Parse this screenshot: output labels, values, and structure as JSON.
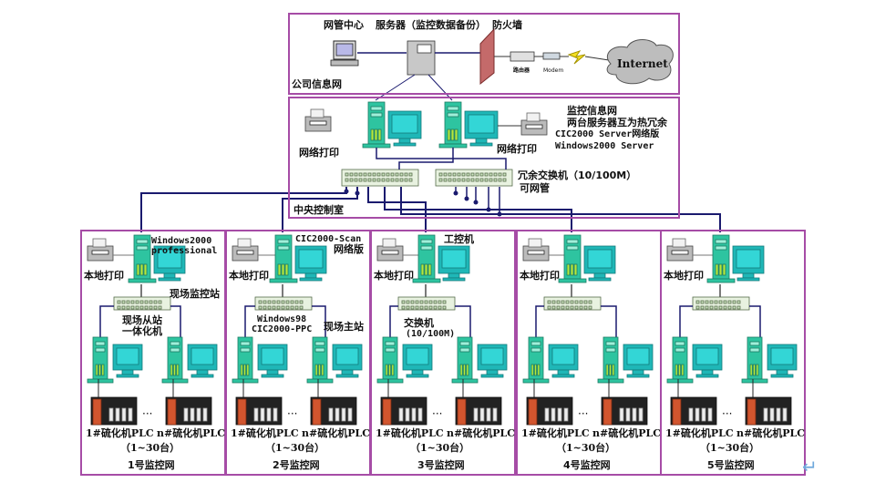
{
  "top_zone": {
    "label_netmgmt": "网管中心",
    "label_server": "服务器（监控数据备份）",
    "label_firewall": "防火墙",
    "label_company_net": "公司信息网",
    "label_router": "路由器",
    "label_modem": "Modem",
    "label_internet": "Internet"
  },
  "central_zone": {
    "info_title": "监控信息网",
    "info_line2": "两台服务器互为热冗余",
    "info_line3": "CIC2000 Server网络版",
    "info_line4": "Windows2000 Server",
    "printer_left": "网络打印",
    "printer_right": "网络打印",
    "switch_label": "冗余交换机（10/100M）",
    "switch_sub": "可网管",
    "room_label": "中央控制室"
  },
  "subnets": [
    {
      "printer": "本地打印",
      "host_label_1": "Windows2000",
      "host_label_2": "professional",
      "switch_label": "现场监控站",
      "switch_sub_1": "现场从站",
      "switch_sub_2": "一体化机",
      "plc_left": "1#硫化机PLC",
      "plc_right": "n#硫化机PLC",
      "count": "（1~30台）",
      "title": "1号监控网"
    },
    {
      "printer": "本地打印",
      "host_label_1": "CIC2000-Scan",
      "host_label_2": "网络版",
      "switch_label": "",
      "switch_sub_1": "Windows98",
      "switch_sub_2": "CIC2000-PPC",
      "switch_side": "现场主站",
      "plc_left": "1#硫化机PLC",
      "plc_right": "n#硫化机PLC",
      "count": "（1~30台）",
      "title": "2号监控网"
    },
    {
      "printer": "本地打印",
      "host_label_1": "工控机",
      "host_label_2": "",
      "switch_label": "",
      "switch_sub_1": "交换机",
      "switch_sub_2": "(10/100M)",
      "plc_left": "1#硫化机PLC",
      "plc_right": "n#硫化机PLC",
      "count": "（1~30台）",
      "title": "3号监控网"
    },
    {
      "printer": "本地打印",
      "host_label_1": "",
      "host_label_2": "",
      "switch_label": "",
      "switch_sub_1": "",
      "switch_sub_2": "",
      "plc_left": "1#硫化机PLC",
      "plc_right": "n#硫化机PLC",
      "count": "（1~30台）",
      "title": "4号监控网"
    },
    {
      "printer": "本地打印",
      "host_label_1": "",
      "host_label_2": "",
      "switch_label": "",
      "switch_sub_1": "",
      "switch_sub_2": "",
      "plc_left": "1#硫化机PLC",
      "plc_right": "n#硫化机PLC",
      "count": "（1~30台）",
      "title": "5号监控网"
    }
  ],
  "colors": {
    "frame": "#a64ca6",
    "bus": "#1a1a6e",
    "pc_teal": "#2ec4a0",
    "monitor": "#33d6d6",
    "plc_body": "#222222",
    "plc_red": "#d2552e"
  }
}
